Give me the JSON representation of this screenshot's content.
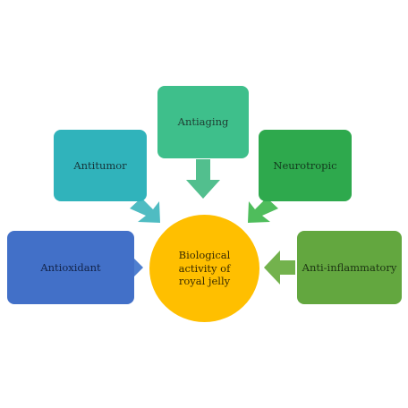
{
  "diagram": {
    "center": {
      "label": "Biological activity of royal jelly",
      "color": "#ffbf00"
    },
    "nodes": {
      "antiaging": {
        "label": "Antiaging",
        "color": "#3ebf8b"
      },
      "antitumor": {
        "label": "Antitumor",
        "color": "#30b3bb"
      },
      "neurotropic": {
        "label": "Neurotropic",
        "color": "#2ea94d"
      },
      "antioxidant": {
        "label": "Antioxidant",
        "color": "#4270c8"
      },
      "antiinflammatory": {
        "label": "Anti-inflammatory",
        "color": "#63a73f"
      }
    },
    "arrow_colors": {
      "antiaging": "#52bf8e",
      "antitumor": "#4fbcc2",
      "neurotropic": "#4fbd5c",
      "antioxidant": "#4f7fcf",
      "antiinflammatory": "#73b24d"
    }
  }
}
